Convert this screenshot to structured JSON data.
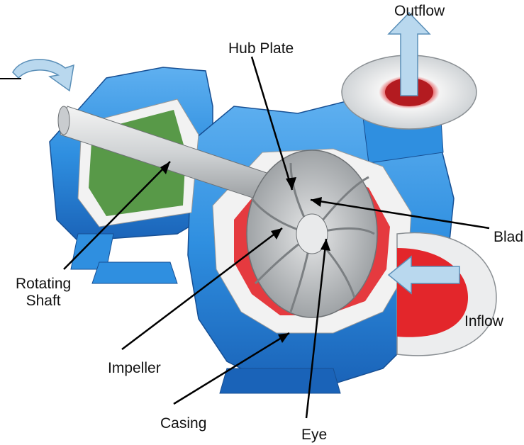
{
  "labels": {
    "outflow": "Outflow",
    "hub_plate": "Hub Plate",
    "blade": "Blad",
    "rotating_shaft_line1": "Rotating",
    "rotating_shaft_line2": "Shaft",
    "inflow": "Inflow",
    "impeller": "Impeller",
    "casing": "Casing",
    "eye": "Eye"
  },
  "colors": {
    "casing_blue": "#2f8fe0",
    "casing_dark": "#1a63b8",
    "cut_face": "#f2f2f2",
    "green_bearing": "#3d8a2a",
    "red_volute": "#e3262b",
    "impeller_metal": "#bdbfc0",
    "arrow_fill": "#b9d8ee",
    "arrow_stroke": "#5a8fb8",
    "leader": "#000000"
  }
}
